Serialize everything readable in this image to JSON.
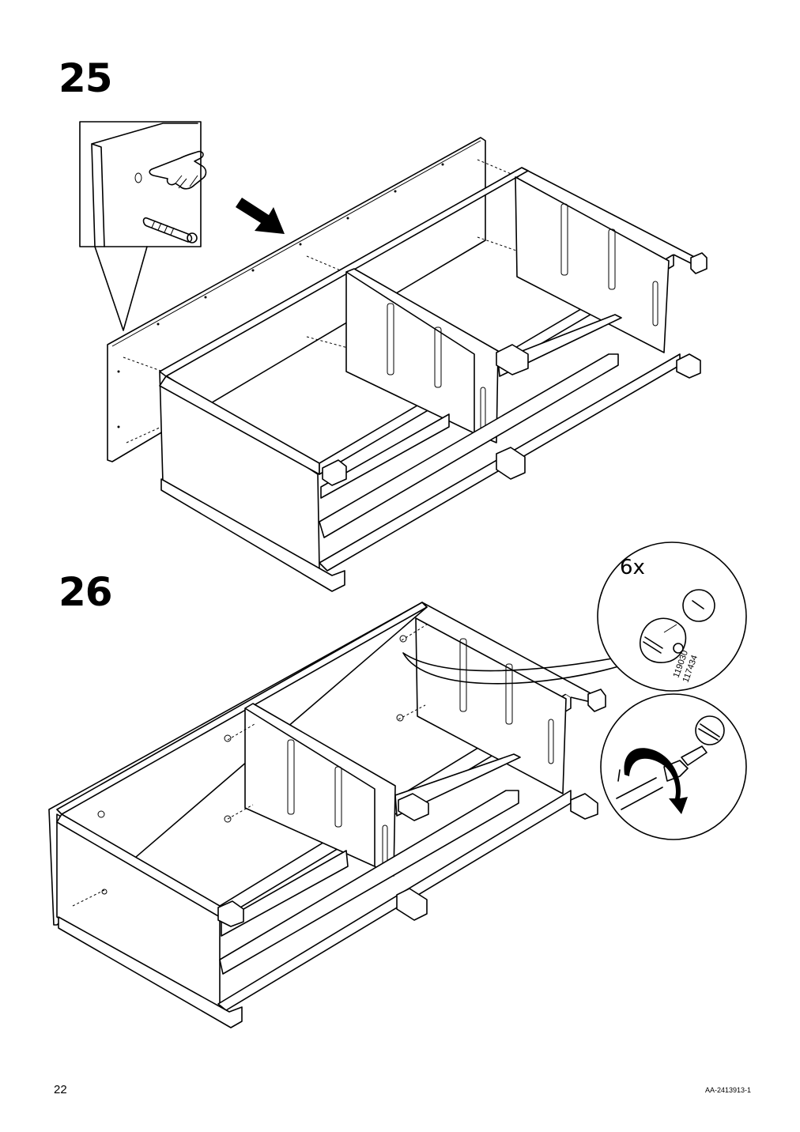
{
  "steps": [
    {
      "number": "25"
    },
    {
      "number": "26",
      "callout_quantity": "6x",
      "part_numbers": [
        "119030",
        "117434"
      ]
    }
  ],
  "footer": {
    "page_number": "22",
    "document_code": "AA-2413913-1"
  }
}
